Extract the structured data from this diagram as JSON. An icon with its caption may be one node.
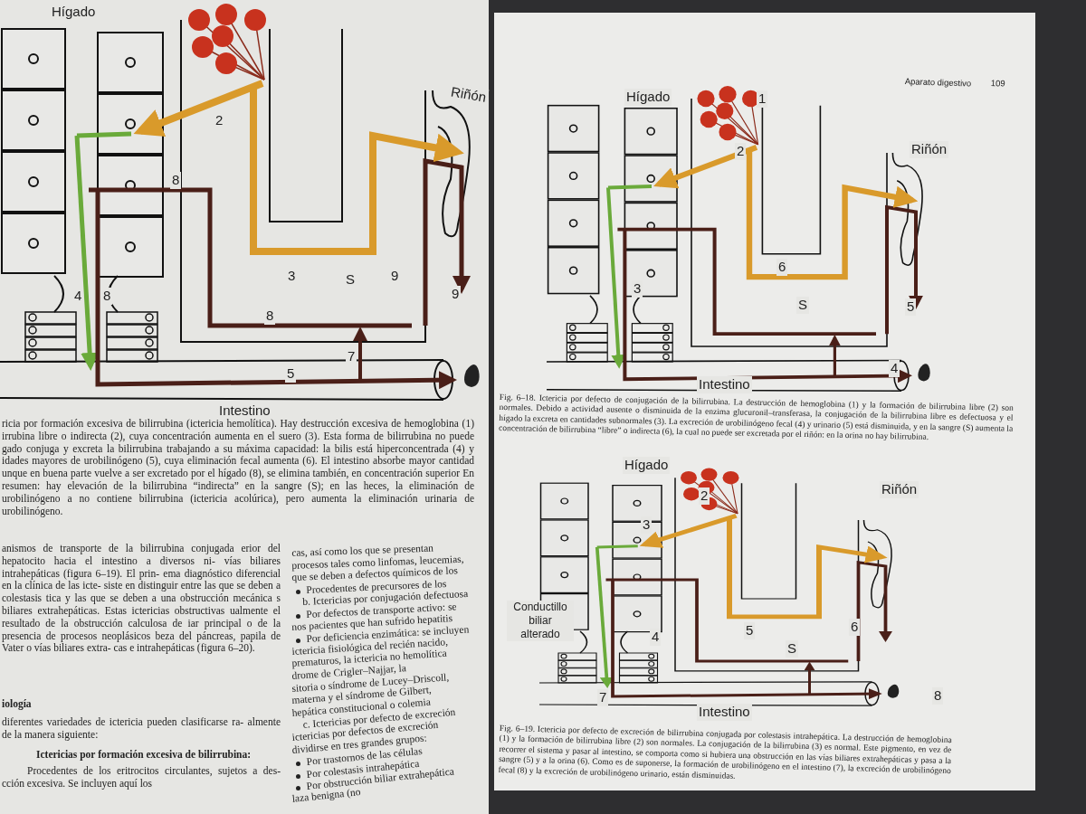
{
  "diagram": {
    "labels": [
      "Hígado",
      "Riñón",
      "2",
      "8",
      "3",
      "S",
      "9",
      "4",
      "8",
      "9",
      "8",
      "7",
      "5",
      "Intestino",
      "ricia por formación excesiva de bilirrubina (ictericia hemolítica). Hay destrucción excesiva de hemoglobina (1) irrubina libre o indirecta (2), cuya concentración aumenta en el suero (3). Esta forma de bilirrubina no puede gado conjuga y excreta la bilirrubina trabajando a su máxima capacidad: la bilis está hiperconcentrada (4) y idades mayores de urobilinógeno (5), cuya eliminación fecal aumenta (6). El intestino absorbe mayor cantidad unque en buena parte vuelve a ser excretado por el hígado (8), se elimina también, en concentración superior En resumen: hay elevación de la bilirrubina “indirecta” en la sangre (S); en las heces, la eliminación de urobilinógeno a no contiene bilirrubina (ictericia acolúrica), pero aumenta la eliminación urinaria de urobilinógeno.",
      "anismos de transporte de la bilirrubina conjugada erior del hepatocito hacia el intestino a diversos ni- vías biliares intrahepáticas (figura 6–19). El prin- ema diagnóstico diferencial en la clínica de las icte- siste en distinguir entre las que se deben a colestasis tica y las que se deben a una obstrucción mecánica s biliares extrahepáticas. Estas ictericias obstructivas ualmente el resultado de la obstrucción calculosa de iar principal o de la presencia de procesos neoplásicos beza del páncreas, papila de Vater o vías biliares extra- cas e intrahepáticas (figura 6–20).",
      "iología",
      "diferentes variedades de ictericia pueden clasificarse ra- almente de la manera siguiente:",
      "Ictericias por formación excesiva de bilirrubina:",
      "Procedentes de los eritrocitos circulantes, sujetos a des- cción excesiva. Se incluyen aquí los",
      "cas, así como los que se presentan",
      "procesos tales como linfomas, leucemias,",
      "que se deben a defectos químicos de los",
      "Procedentes de precursores de los",
      "b. Ictericias por conjugación defectuosa",
      "Por defectos de transporte activo: se",
      "nos pacientes que han sufrido hepatitis",
      "Por deficiencia enzimática: se incluyen",
      "ictericia fisiológica del recién nacido,",
      "prematuros, la ictericia no hemolítica",
      "drome de Crigler–Najjar, la",
      "sitoria o síndrome de Lucey–Driscoll,",
      "materna y el síndrome de Gilbert,",
      "hepática constitucional o colemia",
      "c. Ictericias por defecto de excreción",
      "ictericias por defectos de excreción",
      "dividirse en tres grandes grupos:",
      "Por trastornos de las células",
      "Por colestasis intrahepática",
      "Por obstrucción biliar extrahepática",
      "laza benigna (no",
      "Aparato digestivo",
      "109",
      "1",
      "Hígado",
      "2",
      "Riñón",
      "3",
      "6",
      "S",
      "5",
      "4",
      "Intestino",
      "Fig. 6–18. Ictericia por defecto de conjugación de la bilirrubina. La destrucción de hemoglobina (1) y la formación de bilirrubina libre (2) son normales. Debido a actividad ausente o disminuida de la enzima glucuronil–transferasa, la conjugación de la bilirrubina libre es defectuosa y el hígado la excreta en cantidades subnormales (3). La excreción de urobilinógeno fecal (4) y urinario (5) está disminuida, y en la sangre (S) aumenta la concentración de bilirrubina “libre” o indirecta (6), la cual no puede ser excretada por el riñón: en la orina no hay bilirrubina.",
      "Hígado",
      "2",
      "Riñón",
      "3",
      "Conductillo biliar alterado",
      "4",
      "5",
      "S",
      "6",
      "7",
      "8",
      "Intestino",
      "Fig. 6–19. Ictericia por defecto de excreción de bilirrubina conjugada por colestasis intrahepática. La destrucción de hemoglobina (1) y la formación de bilirrubina libre (2) son normales. La conjugación de la bilirrubina (3) es normal. Este pigmento, en vez de recorrer el sistema y pasar al intestino, se comporta como si hubiera una obstrucción en las vías biliares extrahepáticas y pasa a la sangre (5) y a la orina (6). Como es de suponerse, la formación de urobilinógeno en el intestino (7), la excreción de urobilinógeno fecal (8) y la excreción de urobilinógeno urinario, están disminuidas."
    ]
  }
}
